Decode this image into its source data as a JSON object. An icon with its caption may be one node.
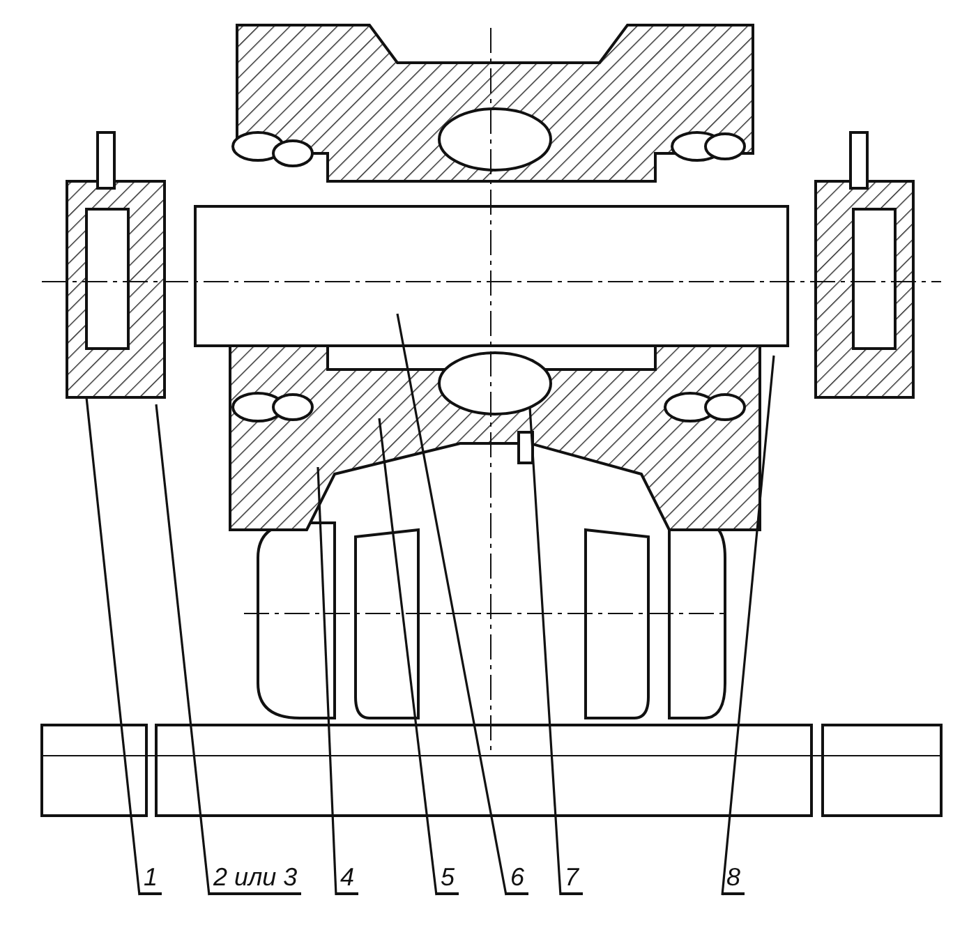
{
  "diagram": {
    "nodes": [
      {
        "text": [
          "1"
        ]
      },
      {
        "text": [
          "2 или 3"
        ]
      },
      {
        "text": [
          "4"
        ]
      },
      {
        "text": [
          "5"
        ]
      },
      {
        "text": [
          "6"
        ]
      },
      {
        "text": [
          "7"
        ]
      },
      {
        "text": [
          "8"
        ]
      }
    ],
    "edges": [
      {
        "from": 0,
        "to": null,
        "arrow": "none"
      },
      {
        "from": 1,
        "to": null,
        "arrow": "none"
      },
      {
        "from": 2,
        "to": null,
        "arrow": "none"
      },
      {
        "from": 3,
        "to": null,
        "arrow": "none"
      },
      {
        "from": 4,
        "to": null,
        "arrow": "none"
      },
      {
        "from": 5,
        "to": null,
        "arrow": "none"
      },
      {
        "from": 6,
        "to": null,
        "arrow": "none"
      }
    ]
  }
}
